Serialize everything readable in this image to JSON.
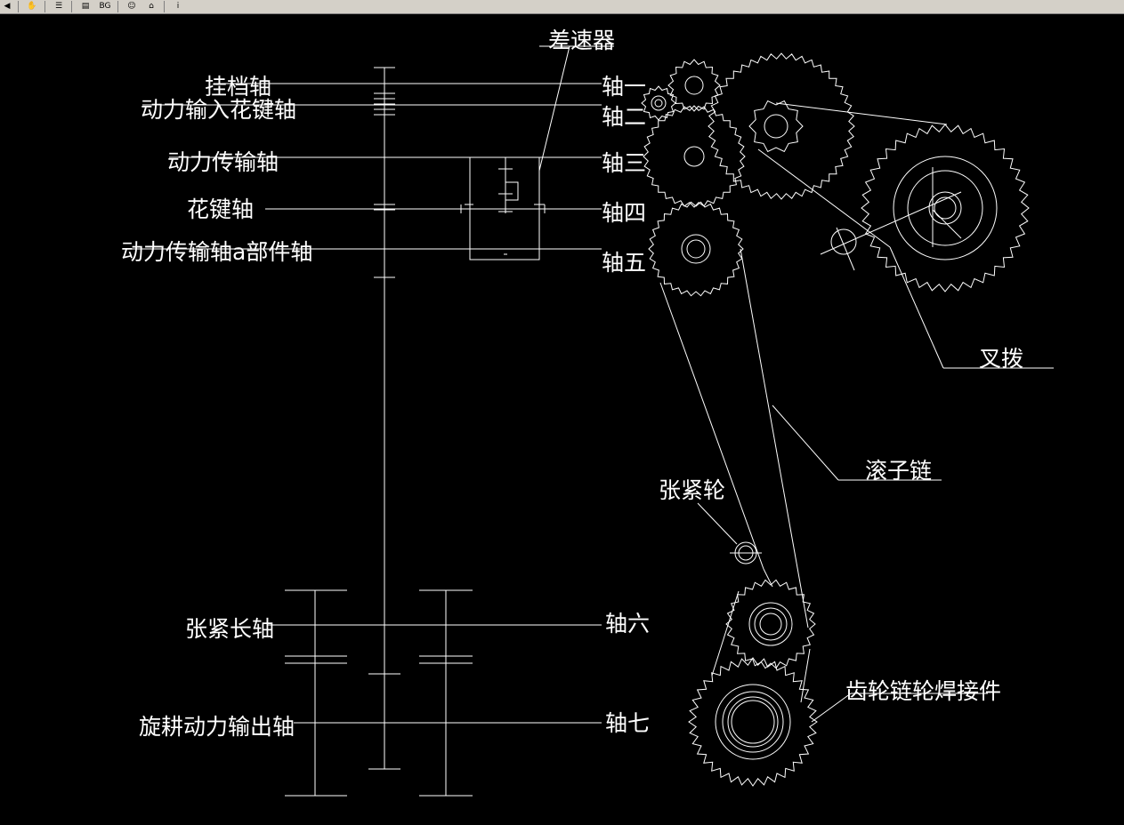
{
  "toolbar": {
    "buttons": [
      {
        "icon": "back-icon",
        "glyph": "◀"
      },
      {
        "icon": "pan-icon",
        "glyph": "✋"
      },
      {
        "icon": "layers-icon",
        "glyph": "☰"
      },
      {
        "icon": "print-icon",
        "glyph": "▤"
      },
      {
        "icon": "background-icon",
        "label": "BG"
      },
      {
        "icon": "user-icon",
        "glyph": "☺"
      },
      {
        "icon": "home-icon",
        "glyph": "⌂"
      },
      {
        "icon": "info-icon",
        "glyph": "i"
      }
    ]
  },
  "labels": {
    "differential": "差速器",
    "shift_shaft": "挂档轴",
    "power_input_spline_shaft": "动力输入花键轴",
    "power_transmission_shaft": "动力传输轴",
    "spline_shaft": "花键轴",
    "power_transmission_part_shaft": "动力传输轴a部件轴",
    "tension_long_shaft": "张紧长轴",
    "rotary_output_shaft": "旋耕动力输出轴",
    "shaft_1": "轴一",
    "shaft_2": "轴二",
    "shaft_3": "轴三",
    "shaft_4": "轴四",
    "shaft_5": "轴五",
    "shaft_6": "轴六",
    "shaft_7": "轴七",
    "fork": "叉拨",
    "roller_chain": "滚子链",
    "tension_wheel": "张紧轮",
    "gear_sprocket_weldment": "齿轮链轮焊接件"
  },
  "colors": {
    "background": "#000000",
    "line": "#ffffff",
    "toolbar": "#d4d0c8"
  }
}
